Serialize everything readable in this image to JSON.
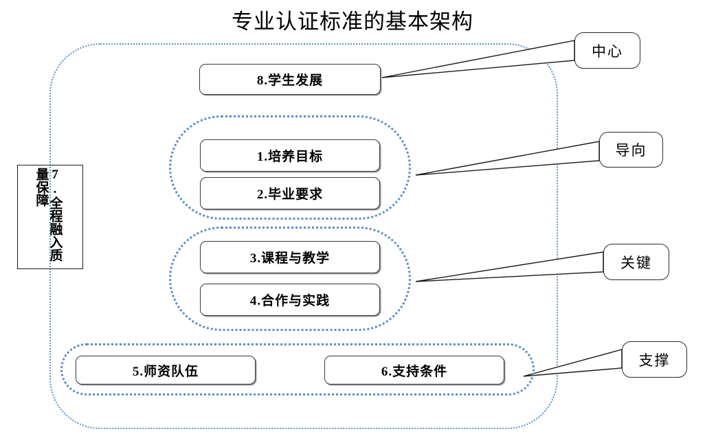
{
  "title": "专业认证标准的基本架构",
  "outer_frame": {
    "name": "overall-dotted-frame",
    "border_color": "#5b8fc9",
    "style": "dotted"
  },
  "vertical_label": {
    "column_right": "7.全程融入质",
    "column_left": "量保障",
    "full_text": "7.全程融入质量保障"
  },
  "groups": [
    {
      "id": "goal",
      "boxes": [
        {
          "id": "box-1",
          "label": "1.培养目标"
        },
        {
          "id": "box-2",
          "label": "2.毕业要求"
        }
      ]
    },
    {
      "id": "core",
      "boxes": [
        {
          "id": "box-3",
          "label": "3.课程与教学"
        },
        {
          "id": "box-4",
          "label": "4.合作与实践"
        }
      ]
    },
    {
      "id": "support",
      "boxes": [
        {
          "id": "box-5",
          "label": "5.师资队伍"
        },
        {
          "id": "box-6",
          "label": "6.支持条件"
        }
      ]
    }
  ],
  "top_box": {
    "id": "box-8",
    "label": "8.学生发展"
  },
  "callouts": [
    {
      "id": "center",
      "label": "中心"
    },
    {
      "id": "guide",
      "label": "导向"
    },
    {
      "id": "key",
      "label": "关键"
    },
    {
      "id": "support",
      "label": "支撑"
    }
  ],
  "colors": {
    "dotted_blue": "#5b8fc9",
    "box_border": "#3a3a3a",
    "text": "#000000",
    "background": "#ffffff"
  }
}
